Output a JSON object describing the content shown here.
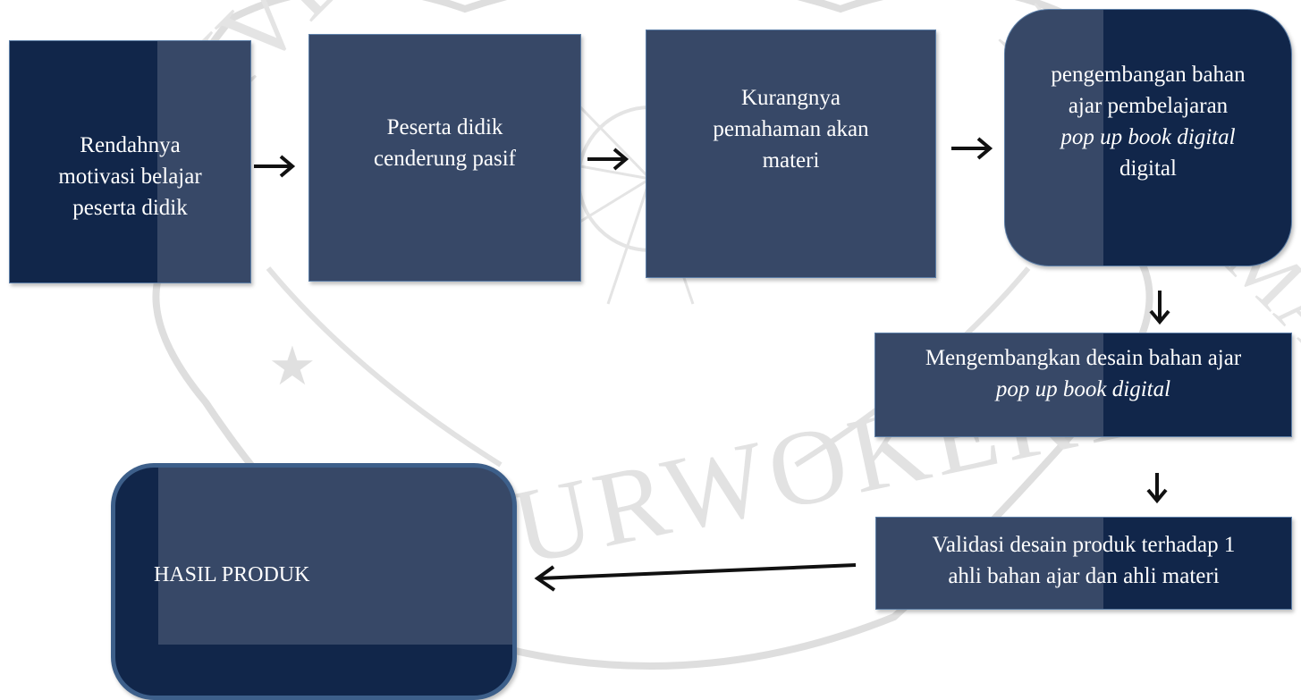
{
  "watermark": {
    "text_left": "UNIVERSITAS",
    "text_right": "MUHAMMADIYAH",
    "text_bottom": "PURWOKERTO"
  },
  "boxes": {
    "box1": {
      "lines": [
        "Rendahnya",
        "motivasi belajar",
        "peserta didik"
      ]
    },
    "box2": {
      "lines": [
        "Peserta didik",
        "cenderung pasif"
      ]
    },
    "box3": {
      "lines": [
        "Kurangnya",
        "pemahaman akan",
        "materi"
      ]
    },
    "box4": {
      "line1": "pengembangan bahan",
      "line2": "ajar pembelajaran",
      "line3_italic": "pop up book digital",
      "line4": "digital"
    },
    "box5": {
      "line1": "Mengembangkan desain bahan ajar",
      "line2_italic": "pop up book digital"
    },
    "box6": {
      "line1": "Validasi desain produk terhadap 1",
      "line2": "ahli bahan ajar dan ahli materi"
    },
    "box7": {
      "label": "HASIL PRODUK"
    }
  },
  "colors": {
    "box_fill": "#11264a",
    "box_border": "#5d7fa8",
    "arrow": "#111111",
    "watermark": "#d9d9d9"
  }
}
